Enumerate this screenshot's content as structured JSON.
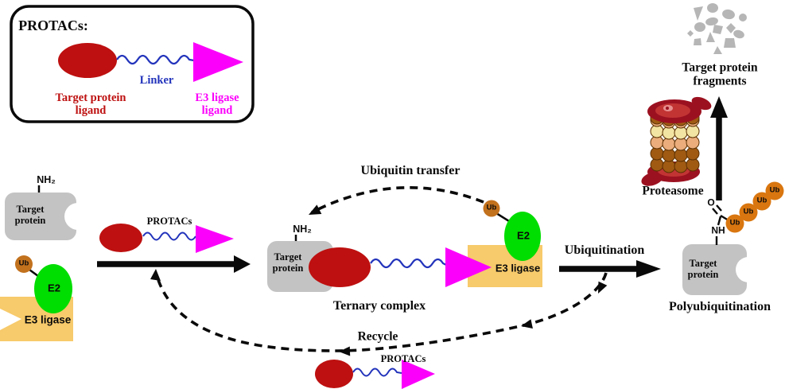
{
  "figure": {
    "type": "mechanism-diagram",
    "topic": "PROTAC-mediated target protein degradation cycle"
  },
  "colors": {
    "target_ligand_red": "#be1010",
    "e3_ligand_magenta": "#fb00fb",
    "linker_blue": "#2233bb",
    "protein_gray": "#c3c3c3",
    "fragment_gray": "#b6b6b6",
    "e2_green": "#00dd00",
    "e3_ligase_orange": "#f7ca6b",
    "ubiquitin_orange": "#d9760f",
    "proteasome_cap_red": "#9c1120",
    "arrow_black": "#0a0a0a"
  },
  "legend": {
    "title": "PROTACs:",
    "linker": "Linker",
    "target_ligand": "Target protein ligand",
    "e3_ligand": "E3 ligase ligand"
  },
  "initial": {
    "nh2": "NH₂",
    "target_protein": "Target protein",
    "ub": "Ub",
    "e2": "E2",
    "e3": "E3 ligase"
  },
  "protacs_mid": {
    "label": "PROTACs"
  },
  "ternary": {
    "nh2": "NH₂",
    "target_protein": "Target protein",
    "ub": "Ub",
    "e2": "E2",
    "e3": "E3 ligase",
    "caption": "Ternary complex"
  },
  "arrows": {
    "ubiquitin_transfer": "Ubiquitin transfer",
    "ubiquitination": "Ubiquitination",
    "recycle": "Recycle"
  },
  "recycle_protacs": {
    "label": "PROTACs"
  },
  "poly": {
    "o": "O",
    "nh": "NH",
    "target_protein": "Target protein",
    "ubs": [
      "Ub",
      "Ub",
      "Ub",
      "Ub"
    ],
    "caption": "Polyubiquitination"
  },
  "proteasome": {
    "caption": "Proteasome"
  },
  "fragments": {
    "caption": "Target protein fragments"
  }
}
